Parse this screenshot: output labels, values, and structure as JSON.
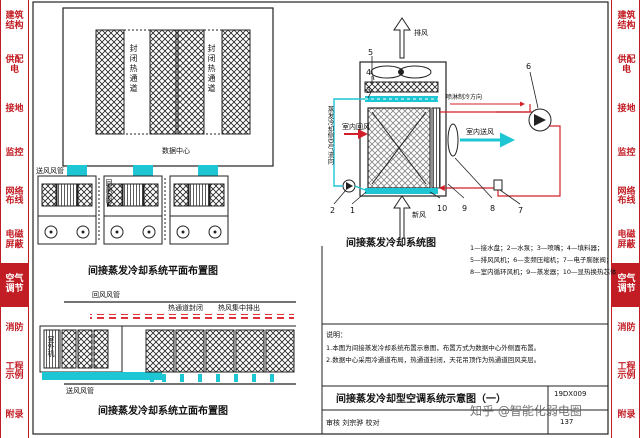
{
  "left_tabs": [
    {
      "label": "建筑\n结构",
      "active": false
    },
    {
      "label": "供配\n电",
      "active": false
    },
    {
      "label": "接地",
      "active": false
    },
    {
      "label": "监控",
      "active": false
    },
    {
      "label": "网络\n布线",
      "active": false
    },
    {
      "label": "电磁\n屏蔽",
      "active": false
    },
    {
      "label": "空气\n调节",
      "active": true
    },
    {
      "label": "消防",
      "active": false
    },
    {
      "label": "工程\n示例",
      "active": false
    },
    {
      "label": "附录",
      "active": false
    }
  ],
  "right_tabs": [
    {
      "label": "建筑\n结构",
      "active": false
    },
    {
      "label": "供配\n电",
      "active": false
    },
    {
      "label": "接地",
      "active": false
    },
    {
      "label": "监控",
      "active": false
    },
    {
      "label": "网络\n布线",
      "active": false
    },
    {
      "label": "电磁\n屏蔽",
      "active": false
    },
    {
      "label": "空气\n调节",
      "active": true
    },
    {
      "label": "消防",
      "active": false
    },
    {
      "label": "工程\n示例",
      "active": false
    },
    {
      "label": "附录",
      "active": false
    }
  ],
  "plan": {
    "title": "间接蒸发冷却系统平面布置图",
    "aisle_left": "封闭热通道",
    "aisle_right": "封闭热通道",
    "datacenter": "数据中心",
    "supply_duct": "送风风管",
    "return_duct": "回风风管"
  },
  "elevation": {
    "title": "间接蒸发冷却系统立面布置图",
    "return_duct": "回风风管",
    "hot_aisle": "热通道封闭",
    "hot_note": "热风集中排出",
    "outdoor_unit": "室外机",
    "supply_duct": "送风风管"
  },
  "schematic": {
    "title": "间接蒸发冷却系统图",
    "exhaust": "排风",
    "intake": "新风",
    "spray_dir": "喷淋制冷方向",
    "indoor_return": "室内回风",
    "indoor_supply": "室内送风",
    "outdoor_side": "蒸发冷却侧空气流向",
    "callouts": [
      "1",
      "2",
      "3",
      "4",
      "5",
      "6",
      "7",
      "8",
      "9",
      "10"
    ]
  },
  "legend": [
    "1—接水盘；2—水泵；3—喷嘴；4—填料器；",
    "5—排风风机；6—变频压缩机；7—电子膨胀阀；",
    "8—室内循环风机；9—蒸发器；10—显热换热芯体"
  ],
  "notes": [
    "说明：",
    "1.本图为间接蒸发冷却系统布置示意图，布置方式为数据中心外侧面布置。",
    "2.数据中心采用冷通道布局，热通道封闭，天花吊顶作为热通道回风夹层。"
  ],
  "titleblock": {
    "title": "间接蒸发冷却型空调系统示意图（一）",
    "review_row": "审核 刘宗骅 校对 ",
    "page_no": "137",
    "atlas_no": "19DX009"
  },
  "watermark": "知乎 @智能化弱电圈",
  "colors": {
    "brand_red": "#c21d24",
    "cyan": "#1ec6d4",
    "frame": "#222222"
  }
}
